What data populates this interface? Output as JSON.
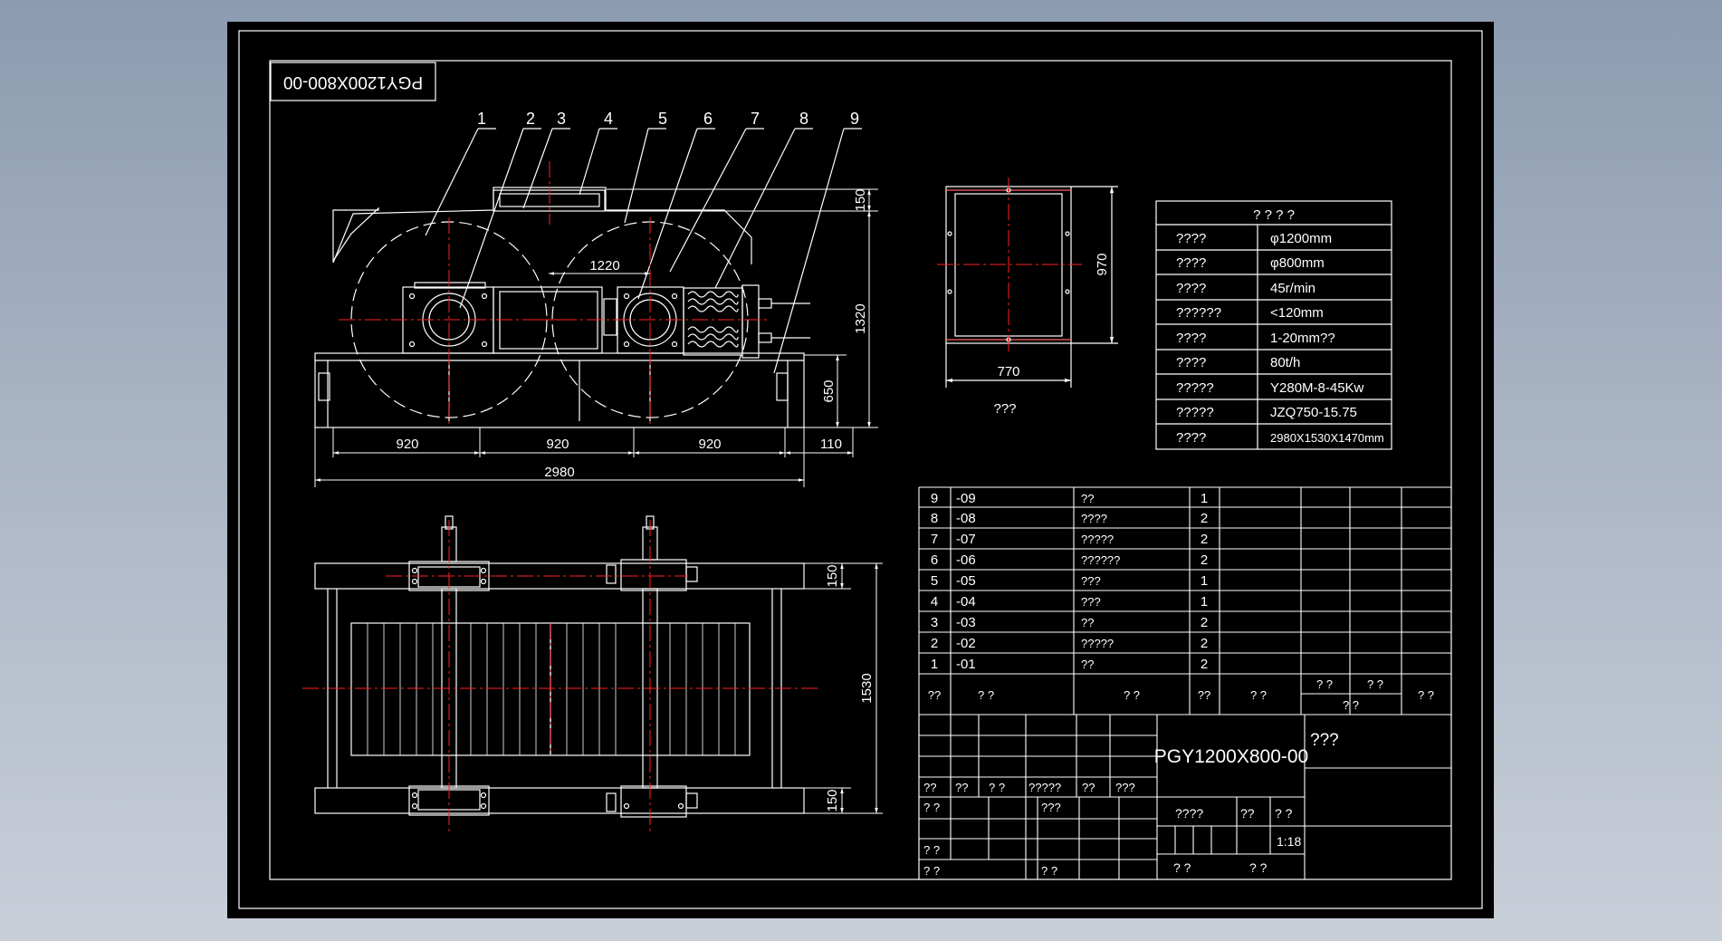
{
  "colors": {
    "sheet": "#000000",
    "line": "#ffffff",
    "center_line": "#ff2020",
    "background": "#9aa6b8"
  },
  "drawing_code_rotated": "PGY1200X800-00",
  "balloons": [
    "1",
    "2",
    "3",
    "4",
    "5",
    "6",
    "7",
    "8",
    "9"
  ],
  "front_view": {
    "dims": {
      "d150": "150",
      "d1220": "1220",
      "d1320": "1320",
      "d650": "650",
      "d920a": "920",
      "d920b": "920",
      "d920c": "920",
      "d110": "110",
      "d2980": "2980"
    }
  },
  "top_view": {
    "dims": {
      "d150a": "150",
      "d1530": "1530",
      "d150b": "150"
    }
  },
  "side_view": {
    "dims": {
      "d970": "970",
      "d770": "770"
    },
    "label": "???"
  },
  "spec_table": {
    "title": "? ? ? ?",
    "rows": [
      {
        "k": "????",
        "v": "φ1200mm"
      },
      {
        "k": "????",
        "v": "φ800mm"
      },
      {
        "k": "????",
        "v": "45r/min"
      },
      {
        "k": "??????",
        "v": "<120mm"
      },
      {
        "k": "????",
        "v": "1-20mm??"
      },
      {
        "k": "????",
        "v": "80t/h"
      },
      {
        "k": "?????",
        "v": "Y280M-8-45Kw"
      },
      {
        "k": "?????",
        "v": "JZQ750-15.75"
      },
      {
        "k": "????",
        "v": "2980X1530X1470mm"
      }
    ]
  },
  "parts_list": {
    "rows": [
      {
        "no": "9",
        "code": "-09",
        "name": "??",
        "qty": "1"
      },
      {
        "no": "8",
        "code": "-08",
        "name": "????",
        "qty": "2"
      },
      {
        "no": "7",
        "code": "-07",
        "name": "?????",
        "qty": "2"
      },
      {
        "no": "6",
        "code": "-06",
        "name": "??????",
        "qty": "2"
      },
      {
        "no": "5",
        "code": "-05",
        "name": "???",
        "qty": "1"
      },
      {
        "no": "4",
        "code": "-04",
        "name": "???",
        "qty": "1"
      },
      {
        "no": "3",
        "code": "-03",
        "name": "??",
        "qty": "2"
      },
      {
        "no": "2",
        "code": "-02",
        "name": "?????",
        "qty": "2"
      },
      {
        "no": "1",
        "code": "-01",
        "name": "??",
        "qty": "2"
      }
    ],
    "header": {
      "no": "??",
      "code": "?   ?",
      "name": "?   ?",
      "qty": "??",
      "mat": "?  ?",
      "w1": "? ?",
      "w2": "? ?",
      "w3": "?  ?",
      "remark": "? ?"
    }
  },
  "title_block": {
    "code": "PGY1200X800-00",
    "name": "???",
    "sign_row": [
      "??",
      "??",
      "? ?",
      "?????",
      "??",
      "???"
    ],
    "design": "? ?",
    "std": "???",
    "review": "? ?",
    "process": "? ?",
    "approve": "? ?",
    "stage": "????",
    "weight": "??",
    "scale_label": "? ?",
    "scale": "1:18",
    "sheet1": "?  ?",
    "sheet2": "?  ?"
  }
}
